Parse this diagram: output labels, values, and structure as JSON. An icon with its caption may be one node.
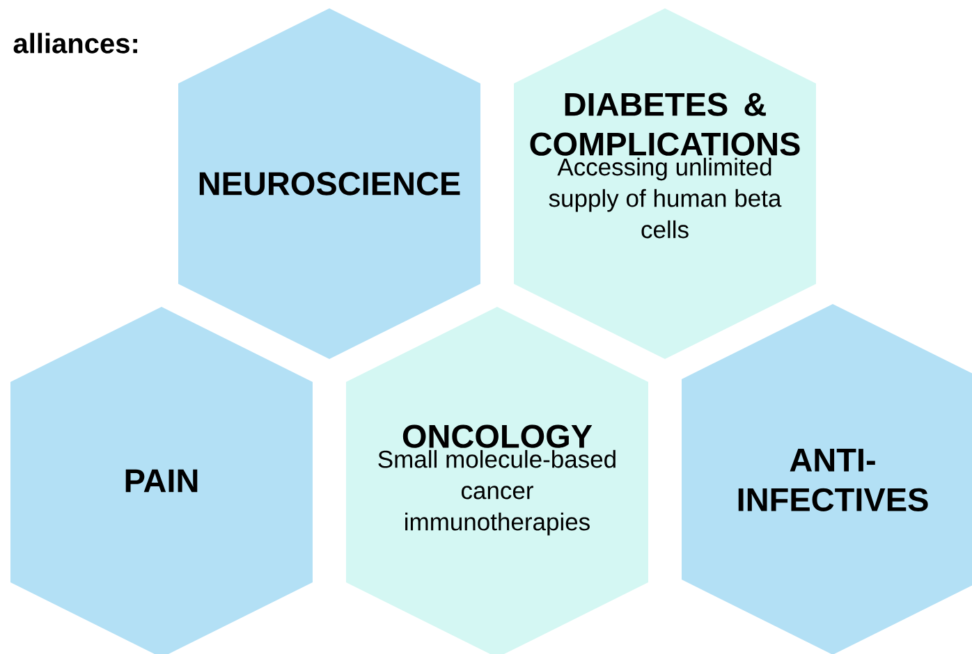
{
  "diagram": {
    "title": "alliances:",
    "nodes": [
      {
        "text": [
          "NEUROSCIENCE"
        ]
      },
      {
        "text": [
          "DIABETES & COMPLICATIONS",
          "Accessing unlimited supply of human beta cells"
        ]
      },
      {
        "text": [
          "PAIN"
        ]
      },
      {
        "text": [
          "ONCOLOGY",
          "Small molecule-based cancer immunotherapies"
        ]
      },
      {
        "text": [
          "ANTI-INFECTIVES"
        ]
      }
    ]
  }
}
